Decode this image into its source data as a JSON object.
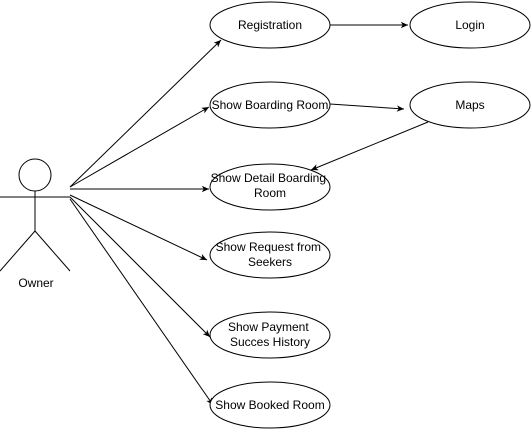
{
  "actor": {
    "label": "Owner"
  },
  "use_cases": {
    "registration": {
      "label": "Registration"
    },
    "login": {
      "label": "Login"
    },
    "show_boarding_room": {
      "label": "Show Boarding Room"
    },
    "maps": {
      "label": "Maps"
    },
    "show_detail_boarding_room": {
      "lines": [
        "Show Detail Boarding",
        "Room"
      ]
    },
    "show_request_from_seekers": {
      "lines": [
        "Show Request from",
        "Seekers"
      ]
    },
    "show_payment_success_history": {
      "lines": [
        "Show Payment",
        "Succes History"
      ]
    },
    "show_booked_room": {
      "label": "Show Booked Room"
    }
  },
  "colors": {
    "stroke": "#000000",
    "fill": "#ffffff",
    "text": "#000000"
  }
}
